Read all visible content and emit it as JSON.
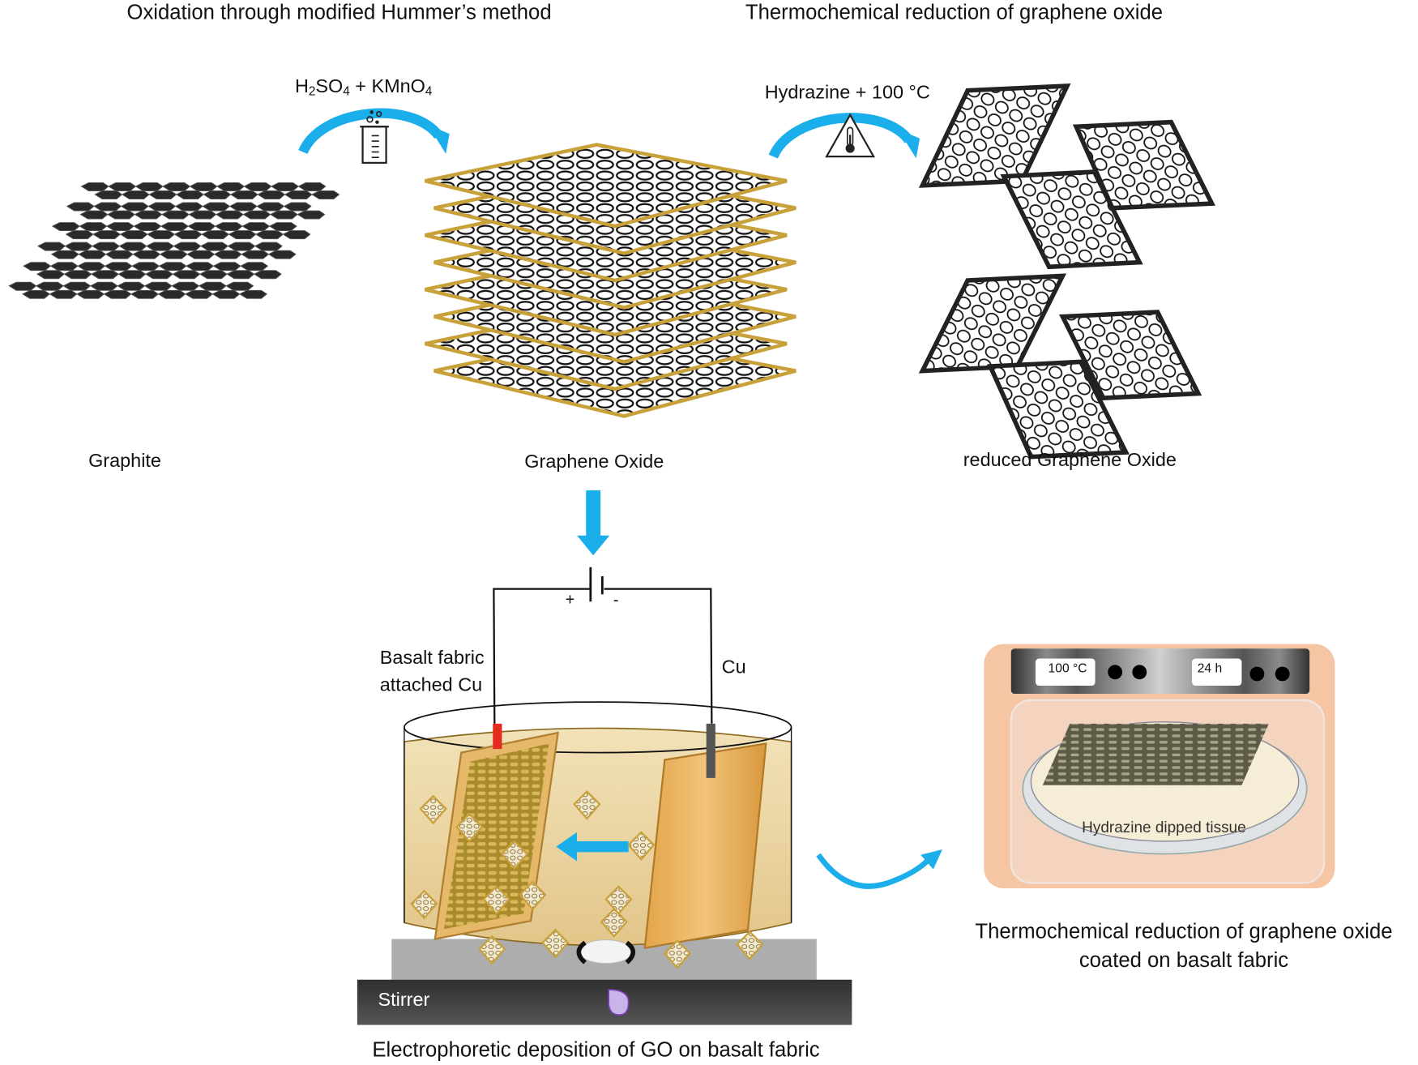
{
  "titles": {
    "oxidation": "Oxidation through modified Hummer’s method",
    "reduction": "Thermochemical reduction of graphene oxide",
    "thermo_fabric_line1": "Thermochemical reduction of graphene oxide",
    "thermo_fabric_line2": "coated on basalt fabric",
    "epd": "Electrophoretic deposition of GO on basalt fabric"
  },
  "reagents": {
    "oxidation": {
      "h": "H",
      "h_sub": "2",
      "so": "SO",
      "so_sub": "4",
      "plus": " + KMnO",
      "k_sub": "4"
    },
    "reduction": "Hydrazine + 100 °C"
  },
  "materials": {
    "graphite": "Graphite",
    "graphene_oxide": "Graphene Oxide",
    "rgo": "reduced Graphene Oxide"
  },
  "epd_setup": {
    "plus": "+",
    "minus": "-",
    "anode_line1": "Basalt fabric",
    "anode_line2": "attached Cu",
    "cathode": "Cu",
    "stirrer": "Stirrer"
  },
  "oven": {
    "temperature": "100 °C",
    "time": "24 h",
    "tissue": "Hydrazine dipped tissue"
  },
  "colors": {
    "arrow_blue": "#1aaeea",
    "go_gold": "#c9a13a",
    "oven_peach": "#f6c5a3",
    "stirrer_dark": "#3f3f3f",
    "anode_red": "#e52a1e"
  }
}
